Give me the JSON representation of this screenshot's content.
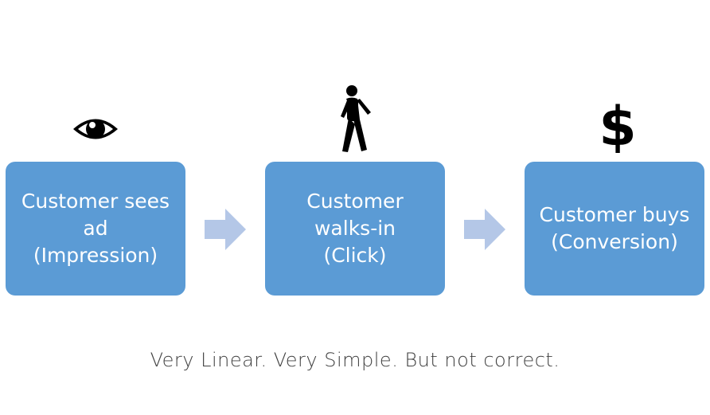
{
  "diagram": {
    "steps": [
      {
        "label": "Customer sees\nad\n(Impression)",
        "icon": "eye-icon"
      },
      {
        "label": "Customer\nwalks-in\n(Click)",
        "icon": "walking-person-icon"
      },
      {
        "label": "Customer buys\n(Conversion)",
        "icon": "dollar-icon",
        "icon_glyph": "$"
      }
    ],
    "caption": "Very Linear. Very Simple. But not correct."
  },
  "colors": {
    "box_fill": "#5b9bd5",
    "box_text": "#ffffff",
    "arrow_fill": "#b4c7e7",
    "icon_color": "#000000",
    "caption_text": "#404040"
  }
}
